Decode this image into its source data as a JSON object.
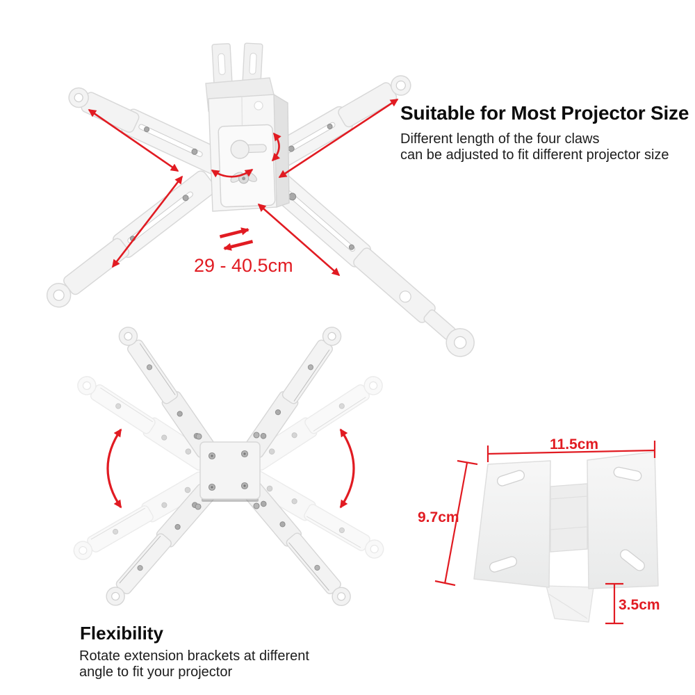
{
  "colors": {
    "accent_red": "#e11b22",
    "heading_text": "#0c0c0c",
    "body_text": "#1c1c1c",
    "product_fill": "#f3f3f3",
    "product_stroke": "#d8d8d8"
  },
  "icons": {
    "swap_arrows_icon": "two opposing red arrows (extend/retract)",
    "extend_arrow_icon": "red double-headed diagonal arrow",
    "rotate_arrow_icon": "red curved arc with arrowheads",
    "swivel_arrow_icon": "red horizontal curved arrow",
    "tilt_arrow_icon": "red vertical curved arrow",
    "dimension_line_icon": "red measure line with end ticks"
  },
  "projector_mount_section": {
    "heading": "Suitable for Most Projector Size",
    "body_line1": "Different length of the four claws",
    "body_line2": "can be adjusted to fit different projector size",
    "extension_range": "29 - 40.5cm"
  },
  "flexibility_section": {
    "heading": "Flexibility",
    "body_line1": "Rotate extension brackets at different",
    "body_line2": "angle to fit your projector"
  },
  "bracket_section": {
    "width_label": "11.5cm",
    "height_label": "9.7cm",
    "depth_label": "3.5cm"
  }
}
